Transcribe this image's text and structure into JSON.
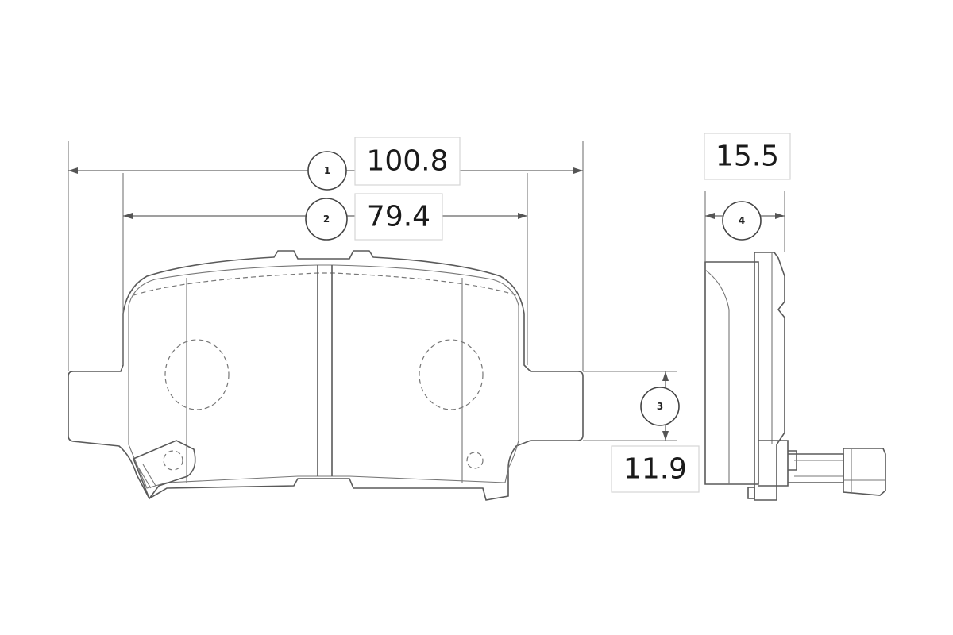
{
  "dimensions": [
    {
      "id": "dim-1",
      "callout": "1",
      "value": "100.8"
    },
    {
      "id": "dim-2",
      "callout": "2",
      "value": "79.4"
    },
    {
      "id": "dim-3",
      "callout": "3",
      "value": "11.9"
    },
    {
      "id": "dim-4",
      "callout": "4",
      "value": "15.5"
    }
  ],
  "colors": {
    "line": "#5a5a5a",
    "dimension": "#666666",
    "label_border": "#d6d6d6"
  }
}
